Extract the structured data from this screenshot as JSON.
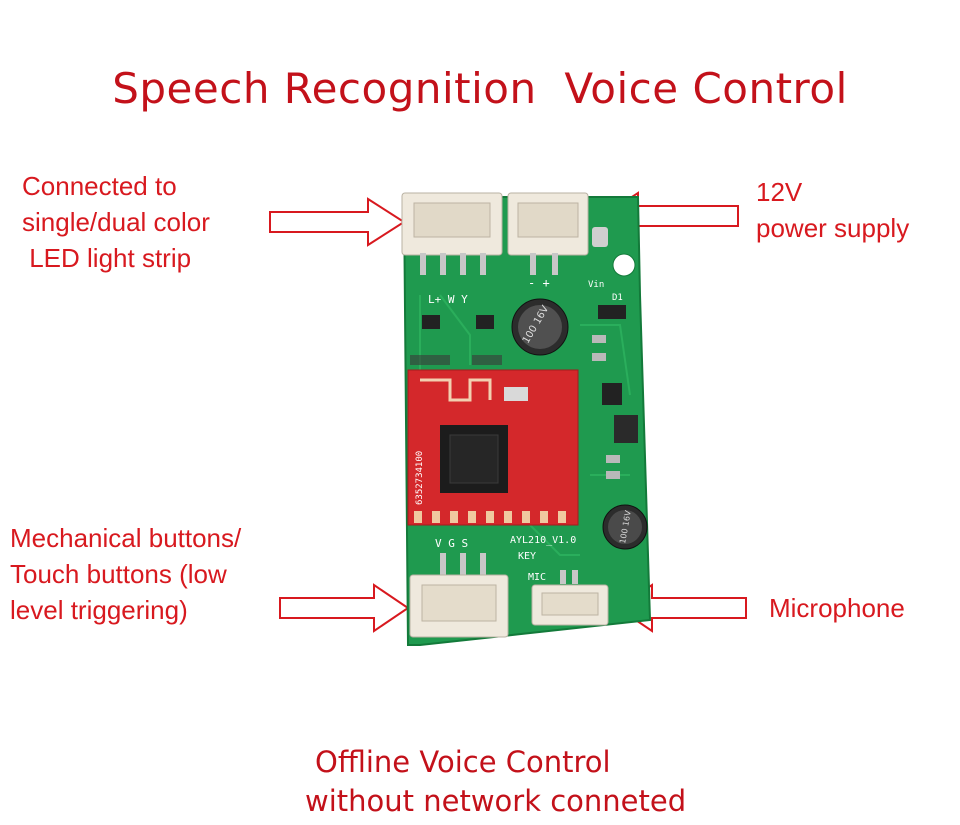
{
  "title": "Speech Recognition  Voice Control",
  "labels": {
    "led_strip": [
      "Connected to",
      "single/dual color",
      " LED light strip"
    ],
    "power": [
      "12V",
      "power supply"
    ],
    "buttons": [
      "Mechanical buttons/",
      "Touch buttons (low",
      "level triggering)"
    ],
    "microphone": [
      "Microphone"
    ]
  },
  "footer": {
    "line1": "Offline Voice Control",
    "line2": "without network conneted"
  },
  "board": {
    "silkscreen": {
      "led_pins": "L+  W  Y",
      "power_pins": "- +",
      "vin": "Vin",
      "d1": "D1",
      "button_pins": "V  G  S",
      "model": "AYL210_V1.0",
      "key": "KEY",
      "mic": "MIC",
      "module_id": "6352734100",
      "cap_big": "100 16V",
      "cap_small": "100 16V"
    }
  },
  "colors": {
    "label_red": "#d8191f",
    "title_red": "#c3111a",
    "pcb_green": "#1f9a4f",
    "module_red": "#d4282b"
  }
}
